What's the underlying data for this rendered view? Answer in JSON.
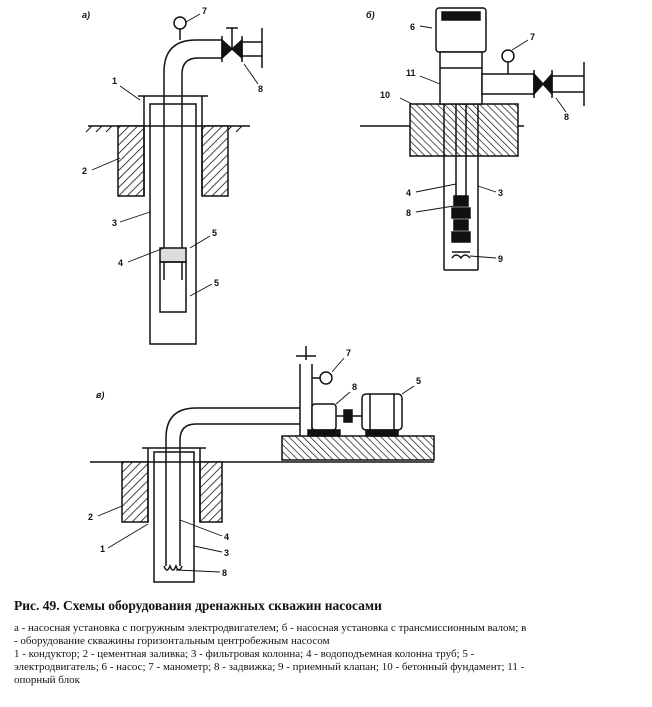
{
  "figure": {
    "panel_a": {
      "letter": "а)",
      "labels": [
        "7",
        "8",
        "1",
        "2",
        "3",
        "4",
        "5",
        "5"
      ]
    },
    "panel_b": {
      "letter": "б)",
      "labels": [
        "6",
        "7",
        "11",
        "10",
        "4",
        "8",
        "3",
        "9",
        "8"
      ]
    },
    "panel_c": {
      "letter": "в)",
      "labels": [
        "7",
        "8",
        "5",
        "2",
        "1",
        "4",
        "3",
        "8"
      ]
    }
  },
  "caption": {
    "title": "Рис. 49. Схемы оборудования дренажных скважин насосами",
    "lines": [
      "а - насосная установка с погружным электродвигателем; б - насосная установка с трансмиссионным валом; в",
      "- оборудование скважины горизонтальным центробежным насосом",
      "1 - кондуктор; 2 - цементная заливка; 3 - фильтровая колонна; 4 - водоподъемная колонна труб; 5 -",
      "электродвигатель; 6 - насос; 7 - манометр; 8 - задвижка; 9 - приемный клапан; 10 - бетонный фундамент; 11 -",
      "опорный блок"
    ]
  }
}
